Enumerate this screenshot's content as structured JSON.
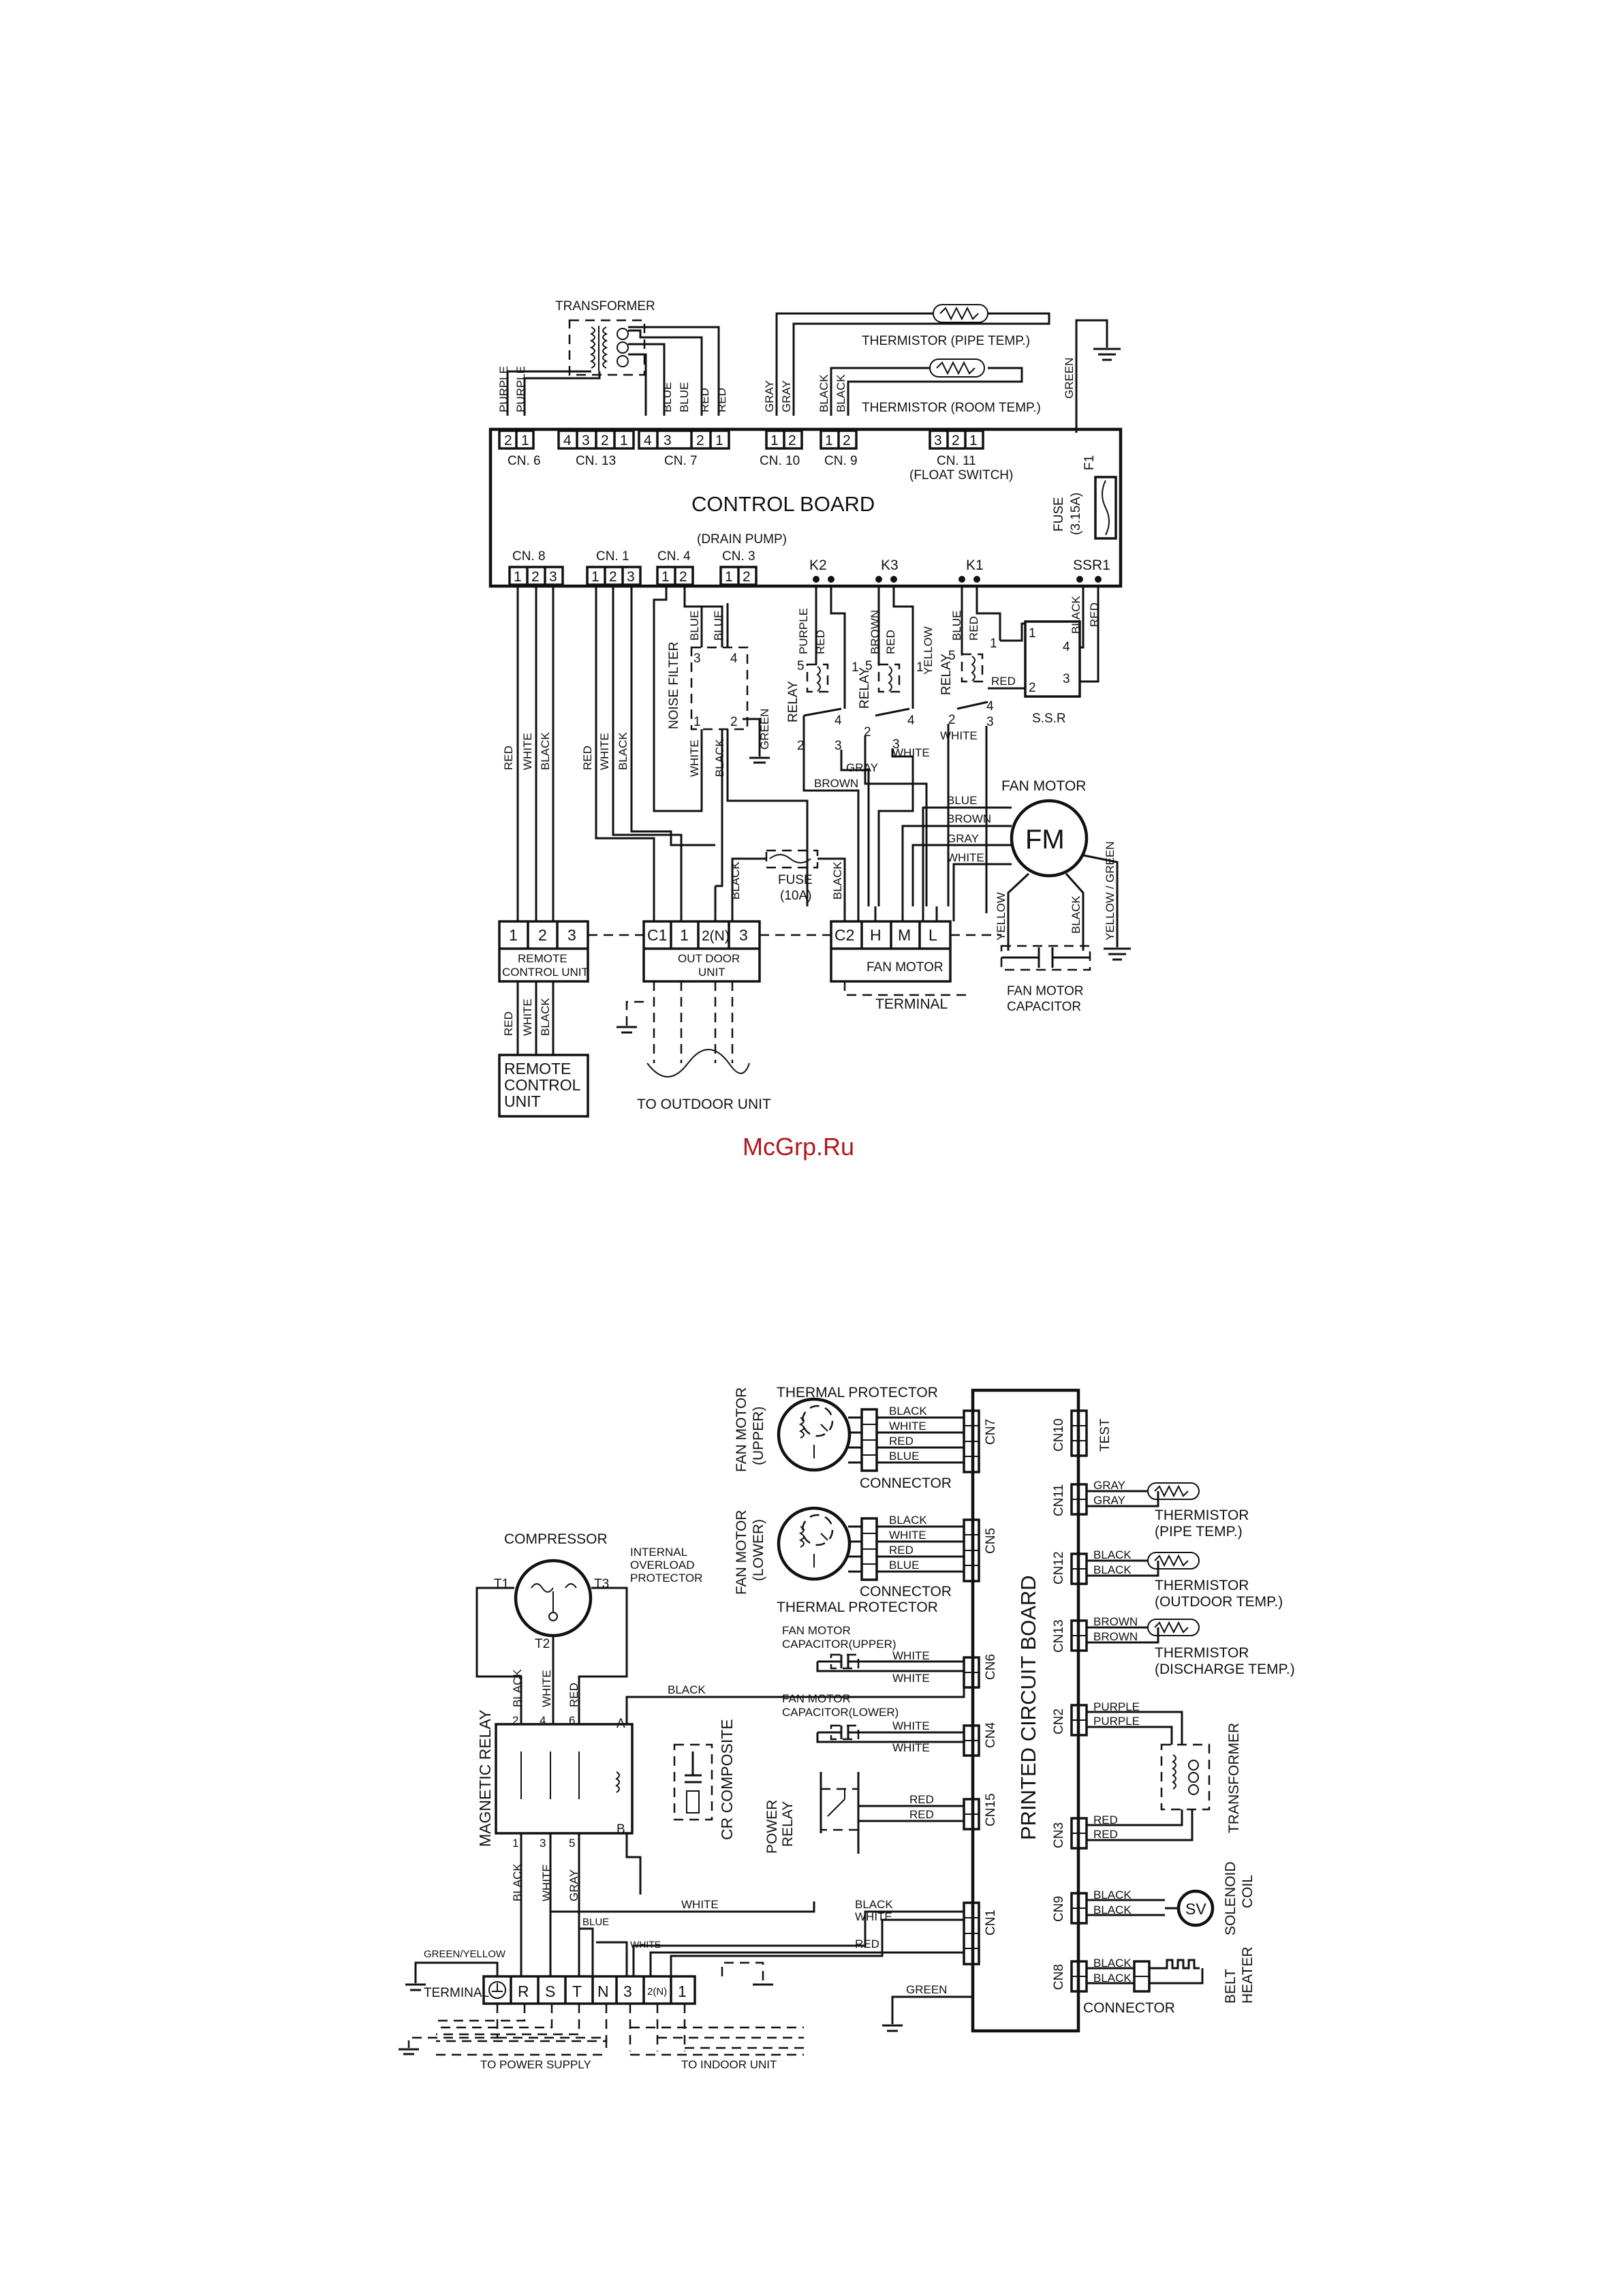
{
  "watermark": "McGrp.Ru",
  "top": {
    "transformer": "TRANSFORMER",
    "thermistor_pipe": "THERMISTOR (PIPE TEMP.)",
    "thermistor_room": "THERMISTOR (ROOM TEMP.)",
    "control_board": "CONTROL BOARD",
    "cn6": "CN. 6",
    "cn13": "CN. 13",
    "cn7": "CN. 7",
    "cn10": "CN. 10",
    "cn9": "CN. 9",
    "cn11": "CN. 11",
    "float_switch": "(FLOAT SWITCH)",
    "f1": "F1",
    "fuse_315": "FUSE",
    "fuse_315_value": "(3.15A)",
    "drain_pump": "(DRAIN PUMP)",
    "cn8": "CN. 8",
    "cn1": "CN. 1",
    "cn4": "CN. 4",
    "cn3": "CN. 3",
    "k2": "K2",
    "k3": "K3",
    "k1": "K1",
    "ssr1": "SSR1",
    "noise_filter": "NOISE FILTER",
    "relay": "RELAY",
    "ssr": "S.S.R",
    "fan_motor": "FAN MOTOR",
    "fm": "FM",
    "fuse_10": "FUSE",
    "fuse_10_value": "(10A)",
    "remote_block": "REMOTE",
    "remote_block2": "CONTROL UNIT",
    "outdoor_block": "OUT DOOR",
    "outdoor_block2": "UNIT",
    "fan_block": "FAN MOTOR",
    "terminal": "TERMINAL",
    "fan_cap": "FAN MOTOR",
    "fan_cap2": "CAPACITOR",
    "remote_unit": [
      "REMOTE",
      "CONTROL",
      "UNIT"
    ],
    "to_outdoor": "TO OUTDOOR UNIT",
    "term_labels": [
      "1",
      "2",
      "3",
      "C1",
      "1",
      "2(N)",
      "3",
      "C2",
      "H",
      "M",
      "L"
    ],
    "wires": {
      "purple": "PURPLE",
      "blue": "BLUE",
      "red": "RED",
      "gray": "GRAY",
      "black": "BLACK",
      "green": "GREEN",
      "white": "WHITE",
      "brown": "BROWN",
      "yellow": "YELLOW",
      "yellow_green": "YELLOW / GREEN"
    }
  },
  "bottom": {
    "thermal_protector": "THERMAL PROTECTOR",
    "fan_motor_upper": "FAN MOTOR",
    "upper": "(UPPER)",
    "fan_motor_lower": "FAN MOTOR",
    "lower": "(LOWER)",
    "connector": "CONNECTOR",
    "compressor": "COMPRESSOR",
    "internal_overload": [
      "INTERNAL",
      "OVERLOAD",
      "PROTECTOR"
    ],
    "magnetic_relay": "MAGNETIC RELAY",
    "cr_composite": "CR COMPOSITE",
    "power_relay": "POWER",
    "power_relay2": "RELAY",
    "printed_circuit_board": "PRINTED CIRCUIT BOARD",
    "cap_upper": "FAN MOTOR",
    "cap_upper2": "CAPACITOR(UPPER)",
    "cap_lower": "FAN MOTOR",
    "cap_lower2": "CAPACITOR(LOWER)",
    "test": "TEST",
    "th_pipe": "THERMISTOR",
    "th_pipe2": "(PIPE TEMP.)",
    "th_out": "THERMISTOR",
    "th_out2": "(OUTDOOR TEMP.)",
    "th_dis": "THERMISTOR",
    "th_dis2": "(DISCHARGE TEMP.)",
    "transformer": "TRANSFORMER",
    "solenoid": "SOLENOID",
    "solenoid2": "COIL",
    "sv": "SV",
    "belt": "BELT",
    "belt2": "HEATER",
    "terminal": "TERMINAL",
    "green_yellow": "GREEN/YELLOW",
    "to_power": "TO POWER SUPPLY",
    "to_indoor": "TO INDOOR UNIT",
    "cn_left": [
      "CN7",
      "CN5",
      "CN6",
      "CN4",
      "CN15",
      "CN1"
    ],
    "cn_right": [
      "CN10",
      "CN11",
      "CN12",
      "CN13",
      "CN2",
      "CN3",
      "CN9",
      "CN8"
    ],
    "term": [
      "R",
      "S",
      "T",
      "N",
      "3",
      "2(N)",
      "1"
    ],
    "t1": "T1",
    "t2": "T2",
    "t3": "T3",
    "a": "A",
    "b": "B"
  }
}
